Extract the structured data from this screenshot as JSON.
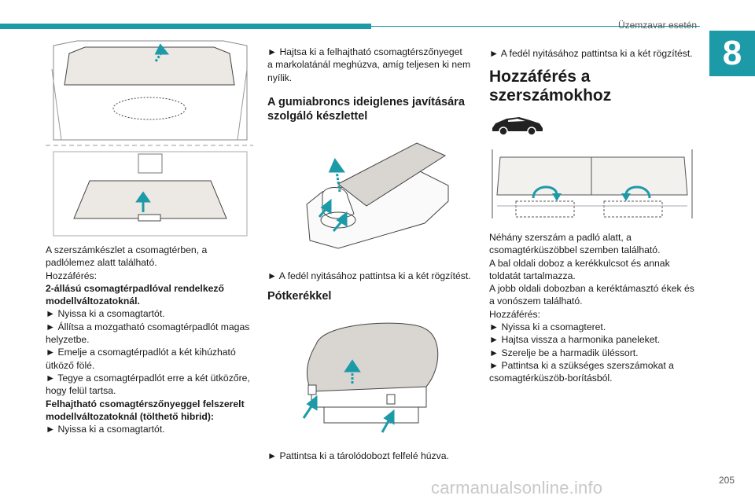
{
  "header": {
    "section": "Üzemzavar esetén",
    "chapter": "8"
  },
  "col1": {
    "intro1": "A szerszámkészlet a csomagtérben, a",
    "intro2": "padlólemez alatt található.",
    "access": "Hozzáférés:",
    "sub1a": "2-állású csomagtérpadlóval rendelkező",
    "sub1b": "modellváltozatoknál.",
    "s1": "► Nyissa ki a csomagtartót.",
    "s2a": "► Állítsa a mozgatható csomagtérpadlót magas",
    "s2b": "helyzetbe.",
    "s3a": "► Emelje a csomagtérpadlót a két kihúzható",
    "s3b": "ütköző fölé.",
    "s4a": "► Tegye a csomagtérpadlót erre a két ütközőre,",
    "s4b": "hogy felül tartsa.",
    "sub2a": "Felhajtható csomagtérszőnyeggel felszerelt",
    "sub2b": "modellváltozatoknál (tölthető hibrid):",
    "s5": "► Nyissa ki a csomagtartót."
  },
  "col2": {
    "top1": "► Hajtsa ki a felhajtható csomagtérszőnyeget",
    "top2": "a markolatánál meghúzva, amíg teljesen ki nem",
    "top3": "nyílik.",
    "heading1a": "A gumiabroncs ideiglenes javítására",
    "heading1b": "szolgáló készlettel",
    "step1": "► A fedél nyitásához pattintsa ki a két rögzítést.",
    "heading2": "Pótkerékkel",
    "step2": "► Pattintsa ki a tárolódobozt felfelé húzva."
  },
  "col3": {
    "top": "► A fedél nyitásához pattintsa ki a két rögzítést.",
    "heading1": "Hozzáférés a",
    "heading2": "szerszámokhoz",
    "p1": "Néhány szerszám a padló alatt, a",
    "p2": "csomagtérküszöbbel szemben található.",
    "p3": "A bal oldali doboz a kerékkulcsot és annak",
    "p4": "toldatát tartalmazza.",
    "p5": "A jobb oldali dobozban a keréktámasztó ékek és",
    "p6": "a vonószem található.",
    "p7": "Hozzáférés:",
    "p8": "► Nyissa ki a csomagteret.",
    "p9": "► Hajtsa vissza a harmonika paneleket.",
    "p10": "► Szerelje be a harmadik üléssort.",
    "p11": "► Pattintsa ki a szükséges szerszámokat a",
    "p12": "csomagtérküszöb-borításból."
  },
  "footer": {
    "page": "205",
    "watermark": "carmanualsonline.info"
  },
  "colors": {
    "accent": "#1d9aa8",
    "arrow": "#1d9aa8"
  }
}
